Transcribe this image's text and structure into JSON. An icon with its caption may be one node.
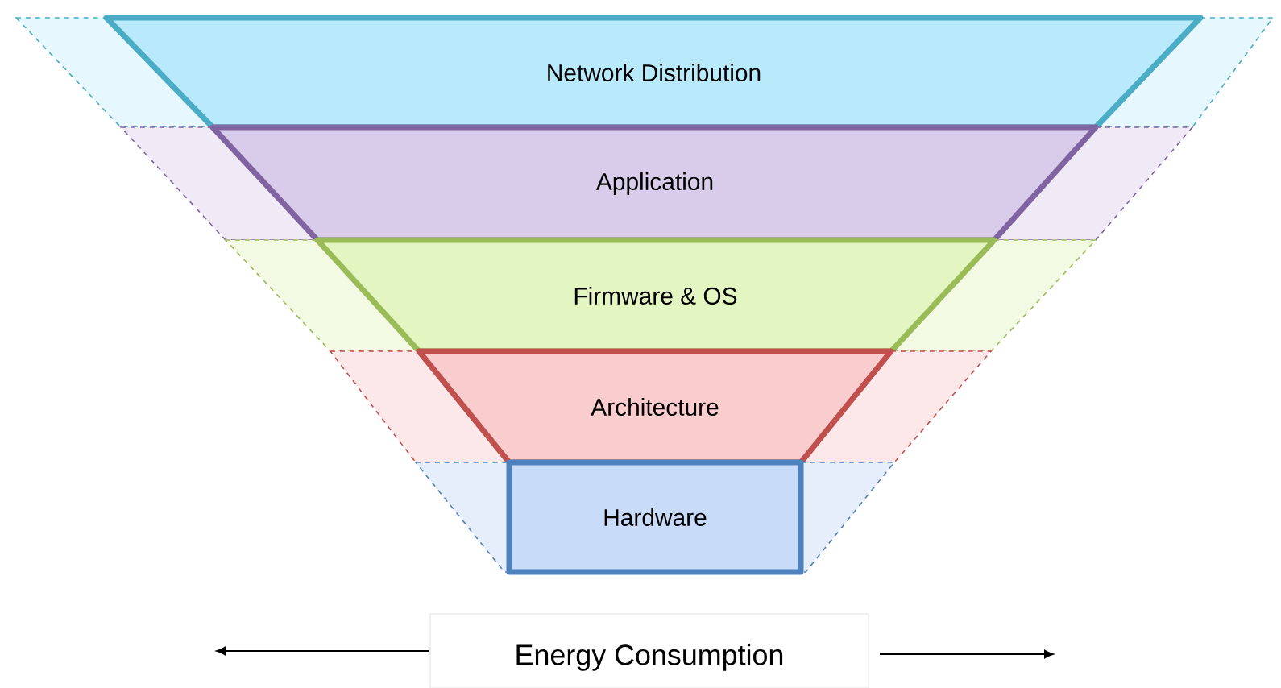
{
  "diagram": {
    "nodes": [
      {
        "text": [
          "Network Distribution"
        ]
      },
      {
        "text": [
          "Application"
        ]
      },
      {
        "text": [
          "Firmware & OS"
        ]
      },
      {
        "text": [
          "Architecture"
        ]
      },
      {
        "text": [
          "Hardware"
        ]
      }
    ],
    "labels": [
      "Energy Consumption"
    ]
  }
}
